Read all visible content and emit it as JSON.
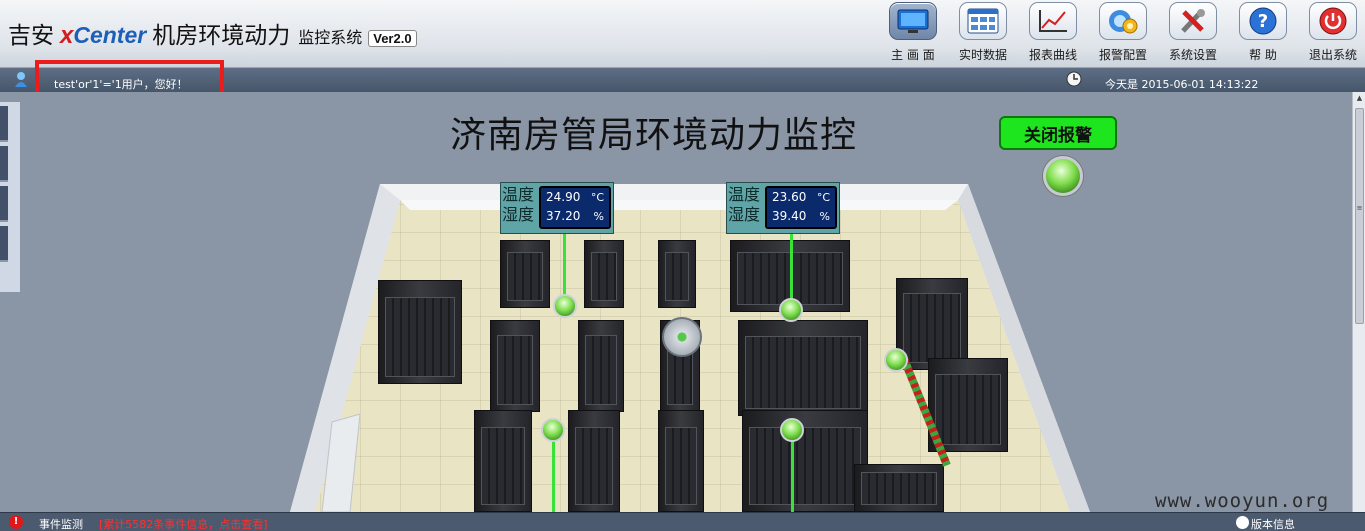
{
  "header": {
    "brand_prefix": "吉安",
    "brand_x": "x",
    "brand_center": "Center",
    "brand_room": "机房环境动力",
    "brand_system": "监控系统",
    "version": "Ver2.0"
  },
  "toolbar": [
    {
      "label": "主 画 面",
      "icon": "monitor-icon",
      "active": true
    },
    {
      "label": "实时数据",
      "icon": "grid-data-icon"
    },
    {
      "label": "报表曲线",
      "icon": "line-chart-icon"
    },
    {
      "label": "报警配置",
      "icon": "alarm-config-icon"
    },
    {
      "label": "系统设置",
      "icon": "tools-icon"
    },
    {
      "label": "帮  助",
      "icon": "help-icon"
    },
    {
      "label": "退出系统",
      "icon": "power-icon"
    }
  ],
  "status": {
    "user_greeting": "test'or'1'='1用户，您好！",
    "date_text": "今天是 2015-06-01 14:13:22"
  },
  "main": {
    "title": "济南房管局环境动力监控",
    "alarm_button": "关闭报警",
    "sensors": [
      {
        "temp_label": "温度",
        "hum_label": "湿度",
        "temp": "24.90",
        "temp_unit": "°C",
        "hum": "37.20",
        "hum_unit": "%"
      },
      {
        "temp_label": "温度",
        "hum_label": "湿度",
        "temp": "23.60",
        "temp_unit": "°C",
        "hum": "39.40",
        "hum_unit": "%"
      }
    ]
  },
  "bottom": {
    "event_label": "事件监测",
    "event_link": "[累计5582条事件信息，点击查看]",
    "version_label": "版本信息"
  },
  "watermark": "www.wooyun.org",
  "colors": {
    "accent_green": "#1ee61e",
    "alarm_red": "#ea1c1c",
    "status_bar": "#4b5a6e"
  }
}
